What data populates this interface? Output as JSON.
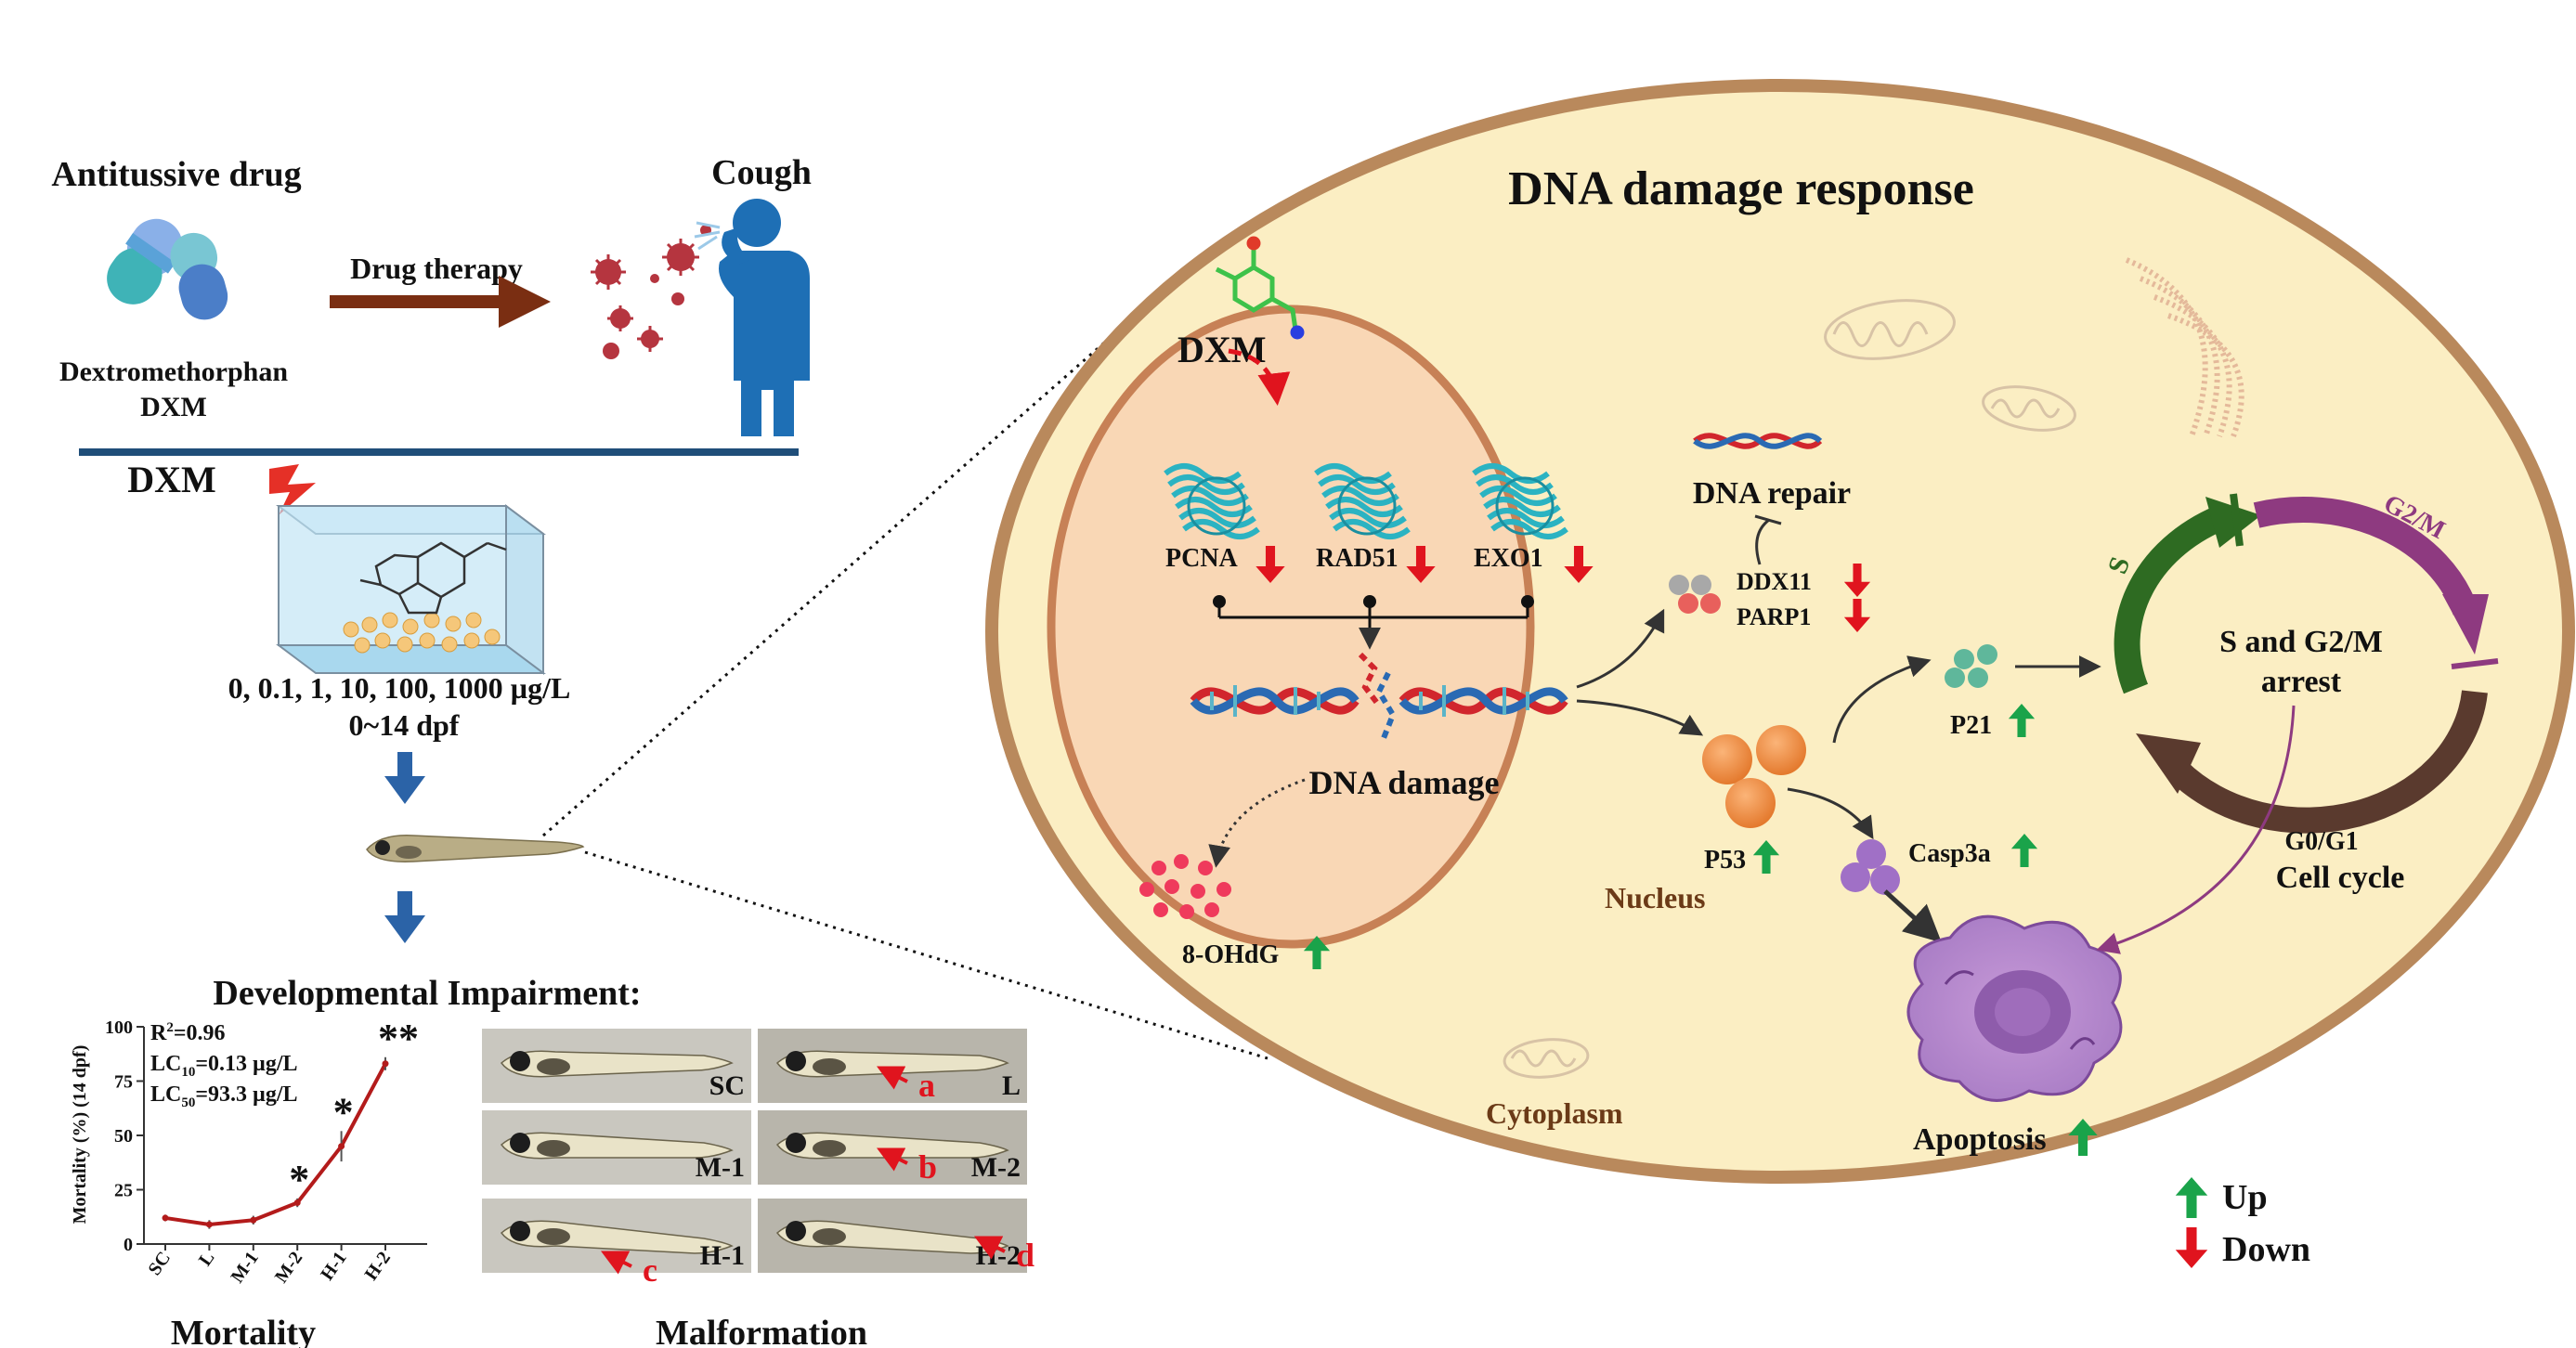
{
  "left_panel": {
    "antitussive_title": "Antitussive drug",
    "cough_title": "Cough",
    "drug_therapy_label": "Drug therapy",
    "drug_name": "Dextromethorphan",
    "drug_abbrev": "DXM",
    "dxm_exposure_label": "DXM",
    "concentrations": "0, 0.1, 1, 10, 100, 1000 µg/L",
    "exposure_period": "0~14 dpf",
    "developmental_title": "Developmental Impairment:",
    "mortality_title": "Mortality",
    "malformation_title": "Malformation",
    "icons": [
      "capsule-icon",
      "virus-icon",
      "coughing-person-icon",
      "lightning-icon",
      "tank-icon",
      "zebrafish-larva-icon",
      "down-arrow-icon"
    ]
  },
  "chart_data": {
    "type": "line",
    "ylabel": "Mortality (%) (14 dpf)",
    "categories": [
      "SC",
      "L",
      "M-1",
      "M-2",
      "H-1",
      "H-2"
    ],
    "values": [
      12,
      9,
      11,
      19,
      45,
      83
    ],
    "errors": [
      1.5,
      2,
      2,
      2,
      7,
      3
    ],
    "significance": [
      "",
      "",
      "",
      "*",
      "*",
      "**"
    ],
    "ylim": [
      0,
      100
    ],
    "yticks": [
      0,
      25,
      50,
      75,
      100
    ],
    "annotations": [
      {
        "main": "R",
        "sup": "2",
        "sub": "",
        "rest": "=0.96"
      },
      {
        "main": "LC",
        "sup": "",
        "sub": "10",
        "rest": "=0.13 µg/L"
      },
      {
        "main": "LC",
        "sup": "",
        "sub": "50",
        "rest": "=93.3 µg/L"
      }
    ],
    "color": "#b31b1b"
  },
  "malformation": {
    "panels": [
      {
        "label": "SC",
        "arrow": ""
      },
      {
        "label": "L",
        "arrow": "a"
      },
      {
        "label": "M-1",
        "arrow": ""
      },
      {
        "label": "M-2",
        "arrow": "b"
      },
      {
        "label": "H-1",
        "arrow": "c"
      },
      {
        "label": "H-2",
        "arrow": "d"
      }
    ]
  },
  "cell": {
    "title": "DNA damage response",
    "dxm_label": "DXM",
    "nucleus_label": "Nucleus",
    "cytoplasm_label": "Cytoplasm",
    "proteins": [
      {
        "label": "PCNA",
        "direction": "down"
      },
      {
        "label": "RAD51",
        "direction": "down"
      },
      {
        "label": "EXO1",
        "direction": "down"
      }
    ],
    "dna_damage_label": "DNA damage",
    "ohdg": {
      "label": "8-OHdG",
      "direction": "up"
    },
    "dna_repair_label": "DNA repair",
    "repair_genes": [
      {
        "label": "DDX11",
        "direction": "down"
      },
      {
        "label": "PARP1",
        "direction": "down"
      }
    ],
    "p53": {
      "label": "P53",
      "direction": "up"
    },
    "p21": {
      "label": "P21",
      "direction": "up"
    },
    "casp3a": {
      "label": "Casp3a",
      "direction": "up"
    },
    "apoptosis": {
      "label": "Apoptosis",
      "direction": "up"
    },
    "cell_cycle": {
      "s_label": "S",
      "g2m_label": "G2/M",
      "arrest_line1": "S and G2/M",
      "arrest_line2": "arrest",
      "g0g1_label": "G0/G1",
      "title": "Cell cycle"
    }
  },
  "legend": {
    "up_label": "Up",
    "down_label": "Down",
    "up_color": "#1aa34a",
    "down_color": "#e0141e"
  },
  "colors": {
    "cell_fill": "#fbeec3",
    "cell_border": "#b9895c",
    "nucleus_fill": "#f9d7b5",
    "nucleus_border": "#c78156",
    "dark_brown_arrow": "#7a2e12",
    "navy": "#1f4e79",
    "green_arc": "#2e6b22",
    "purple_arc": "#8e3a80",
    "brown_arc": "#5a3a2e"
  }
}
